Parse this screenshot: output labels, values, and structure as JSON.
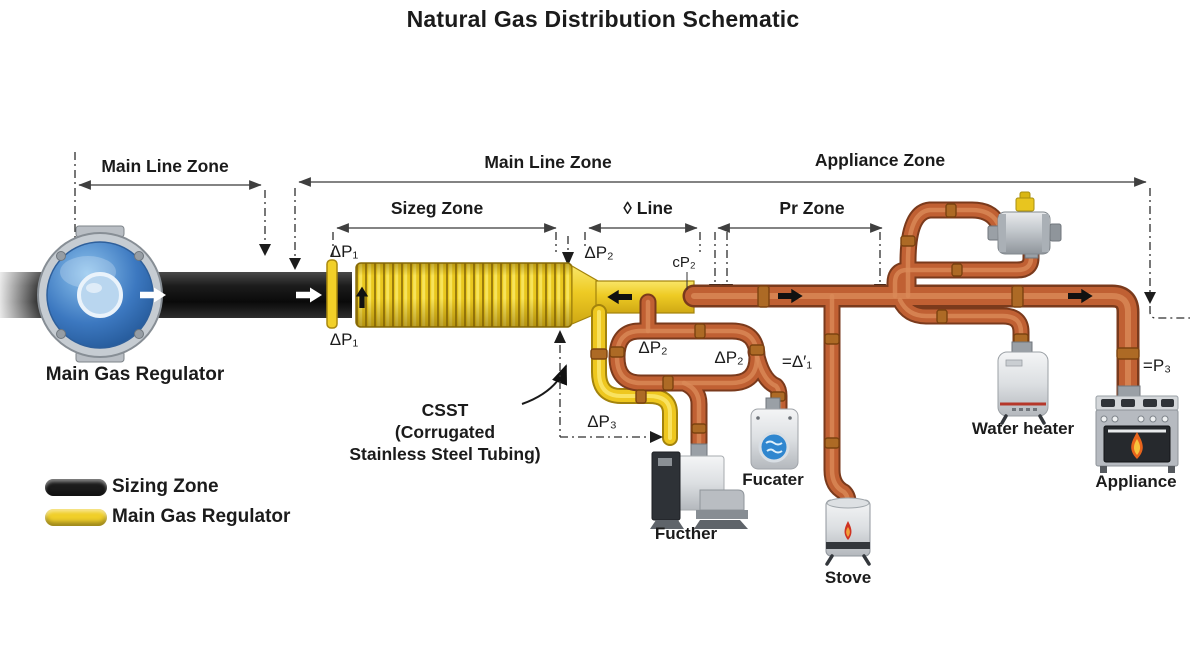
{
  "title": "Natural Gas Distribution Schematic",
  "zones": {
    "main_line_left": "Main Line Zone",
    "main_line_center": "Main Line Zone",
    "appliance": "Appliance Zone",
    "sizing": "Sizeg Zone",
    "line": "◊ Line",
    "pressure": "Pr Zone"
  },
  "pressure_labels": {
    "dp1_top": "ΔP₁",
    "dp1_bottom": "ΔP₁",
    "dp2_main": "ΔP₂",
    "cp2": "cP₂",
    "dp2_loop_left": "ΔP₂",
    "dp2_loop_right": "ΔP₂",
    "eq_delta1": "=Δ′₁",
    "dp3": "ΔP₃",
    "eq_p3": "=P₃"
  },
  "labels": {
    "main_regulator": "Main Gas Regulator",
    "csst_line1": "CSST",
    "csst_line2": "(Corrugated",
    "csst_line3": "Stainless Steel Tubing)"
  },
  "appliances": {
    "furnace": "Fucther",
    "tankless_heater": "Fucater",
    "stove": "Stove",
    "water_heater": "Water heater",
    "range": "Appliance"
  },
  "legend": {
    "items": [
      {
        "label": "Sizing Zone",
        "color": "#1b1b1b"
      },
      {
        "label": "Main Gas Regulator",
        "color": "#f0cf2a"
      }
    ]
  },
  "colors": {
    "black_pipe": "#161616",
    "csst_yellow": "#eec71f",
    "copper_pipe": "#c06033",
    "regulator_blue": "#3c78c0"
  }
}
